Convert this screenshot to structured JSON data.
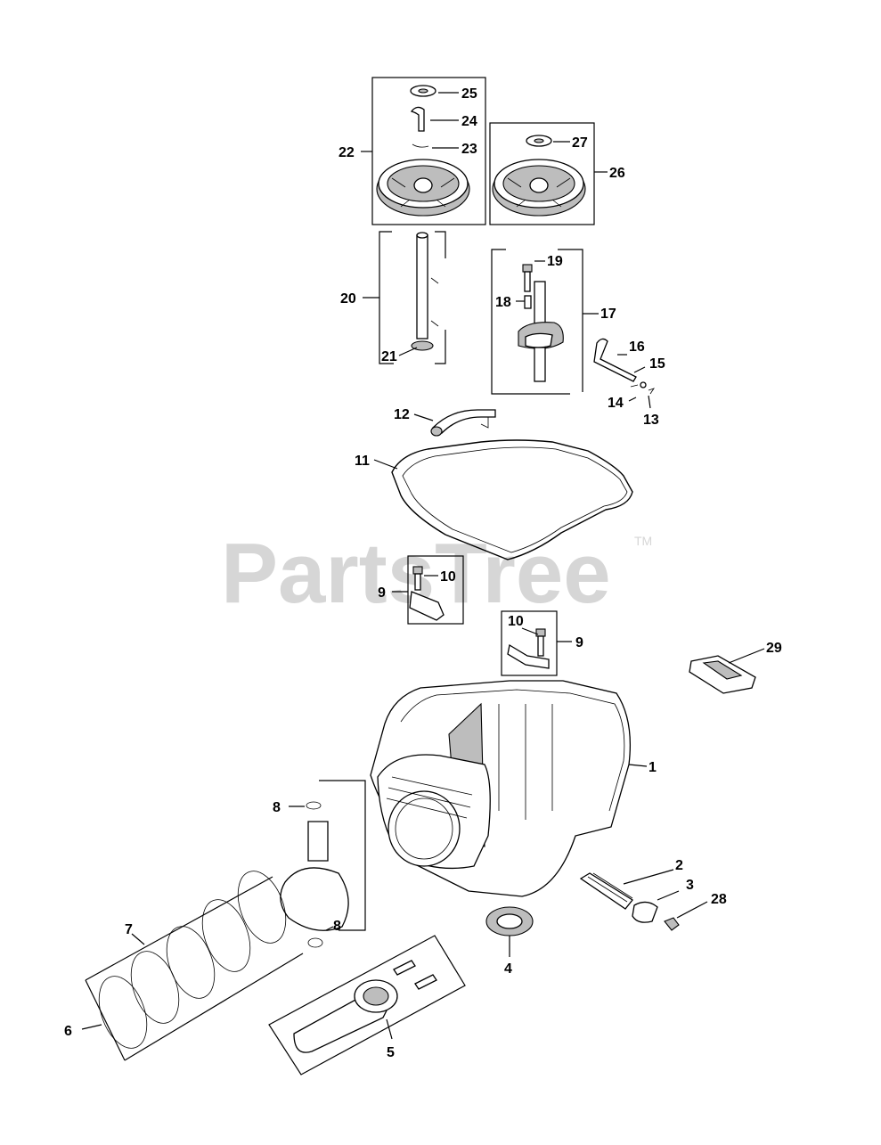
{
  "watermark": {
    "text": "PartsTree",
    "trademark": "TM",
    "color": "#d6d6d6"
  },
  "callouts": [
    "1",
    "2",
    "3",
    "4",
    "5",
    "6",
    "7",
    "8",
    "8",
    "9",
    "9",
    "10",
    "10",
    "11",
    "12",
    "13",
    "14",
    "15",
    "16",
    "17",
    "18",
    "19",
    "20",
    "21",
    "22",
    "23",
    "24",
    "25",
    "26",
    "27",
    "28",
    "29"
  ]
}
